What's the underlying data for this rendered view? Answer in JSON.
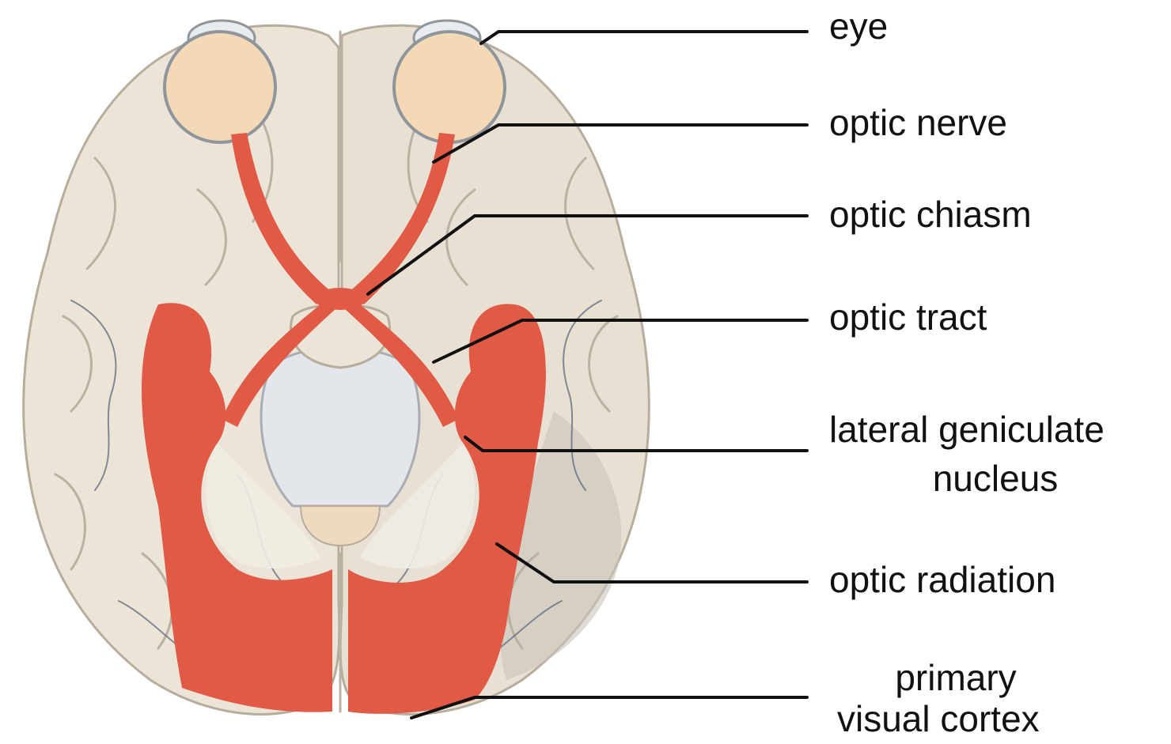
{
  "diagram": {
    "labels": {
      "eye": "eye",
      "optic_nerve": "optic nerve",
      "optic_chiasm": "optic chiasm",
      "optic_tract": "optic tract",
      "lgn_line1": "lateral geniculate",
      "lgn_line2": "nucleus",
      "optic_radiation": "optic radiation",
      "v1_line1": "primary",
      "v1_line2": "visual cortex"
    },
    "colors": {
      "brain": "#ece4d6",
      "brain_shadow": "#c9c1b3",
      "pathway": "#e05a45",
      "eye_fill": "#f3d9b6",
      "label_text": "#111111"
    }
  }
}
